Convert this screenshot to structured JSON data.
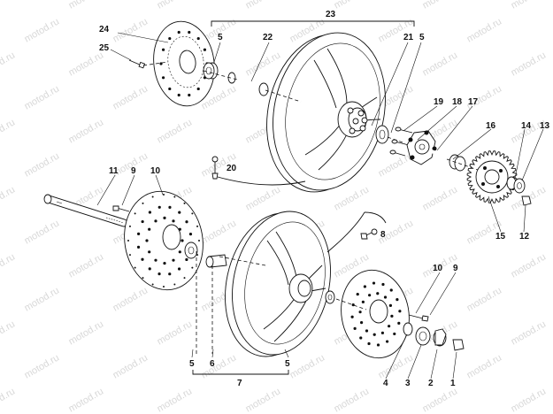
{
  "watermark": "motod.ru",
  "callouts": {
    "n1": "1",
    "n2": "2",
    "n3": "3",
    "n4": "4",
    "n5": "5",
    "n6": "6",
    "n7": "7",
    "n8": "8",
    "n9": "9",
    "n10": "10",
    "n11": "11",
    "n12": "12",
    "n13": "13",
    "n14": "14",
    "n15": "15",
    "n16": "16",
    "n17": "17",
    "n18": "18",
    "n19": "19",
    "n20": "20",
    "n21": "21",
    "n22": "22",
    "n23": "23",
    "n24": "24",
    "n25": "25"
  }
}
